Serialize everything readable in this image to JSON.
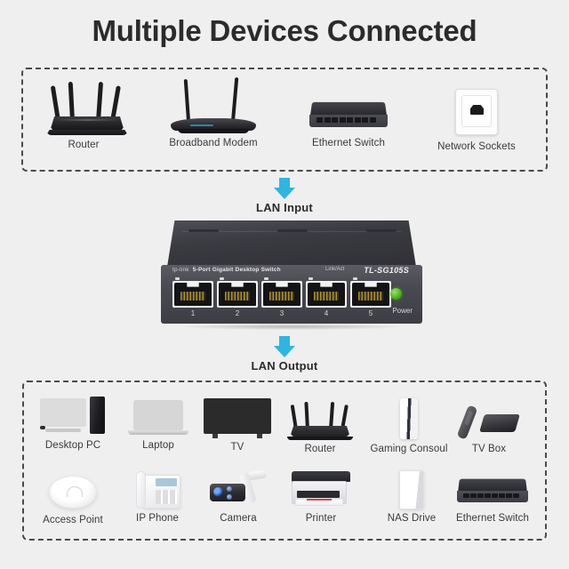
{
  "page": {
    "title": "Multiple Devices Connected",
    "background_color": "#efefef",
    "accent_color": "#31b4e0",
    "text_color": "#2b2b2b"
  },
  "input_section": {
    "label": "LAN Input",
    "arrow_icon": "arrow-down-icon",
    "devices": [
      {
        "label": "Router",
        "icon": "router-icon"
      },
      {
        "label": "Broadband Modem",
        "icon": "modem-icon"
      },
      {
        "label": "Ethernet Switch",
        "icon": "ethernet-switch-icon"
      },
      {
        "label": "Network Sockets",
        "icon": "wall-socket-icon"
      }
    ]
  },
  "switch": {
    "brand": "tp-link",
    "description": "5-Port Gigabit Desktop Switch",
    "link_act_label": "Link/Act",
    "model": "TL-SG105S",
    "power_label": "Power",
    "power_led_color": "#46b019",
    "ports": [
      "1",
      "2",
      "3",
      "4",
      "5"
    ]
  },
  "output_section": {
    "label": "LAN Output",
    "arrow_icon": "arrow-down-icon",
    "rows": [
      [
        {
          "label": "Desktop PC",
          "icon": "desktop-pc-icon"
        },
        {
          "label": "Laptop",
          "icon": "laptop-icon"
        },
        {
          "label": "TV",
          "icon": "tv-icon"
        },
        {
          "label": "Router",
          "icon": "router-icon"
        },
        {
          "label": "Gaming Consoul",
          "icon": "game-console-icon"
        },
        {
          "label": "TV Box",
          "icon": "tv-box-icon"
        }
      ],
      [
        {
          "label": "Access Point",
          "icon": "access-point-icon"
        },
        {
          "label": "IP Phone",
          "icon": "ip-phone-icon"
        },
        {
          "label": "Camera",
          "icon": "ip-camera-icon"
        },
        {
          "label": "Printer",
          "icon": "printer-icon"
        },
        {
          "label": "NAS Drive",
          "icon": "nas-drive-icon"
        },
        {
          "label": "Ethernet Switch",
          "icon": "ethernet-switch-icon"
        }
      ]
    ]
  }
}
